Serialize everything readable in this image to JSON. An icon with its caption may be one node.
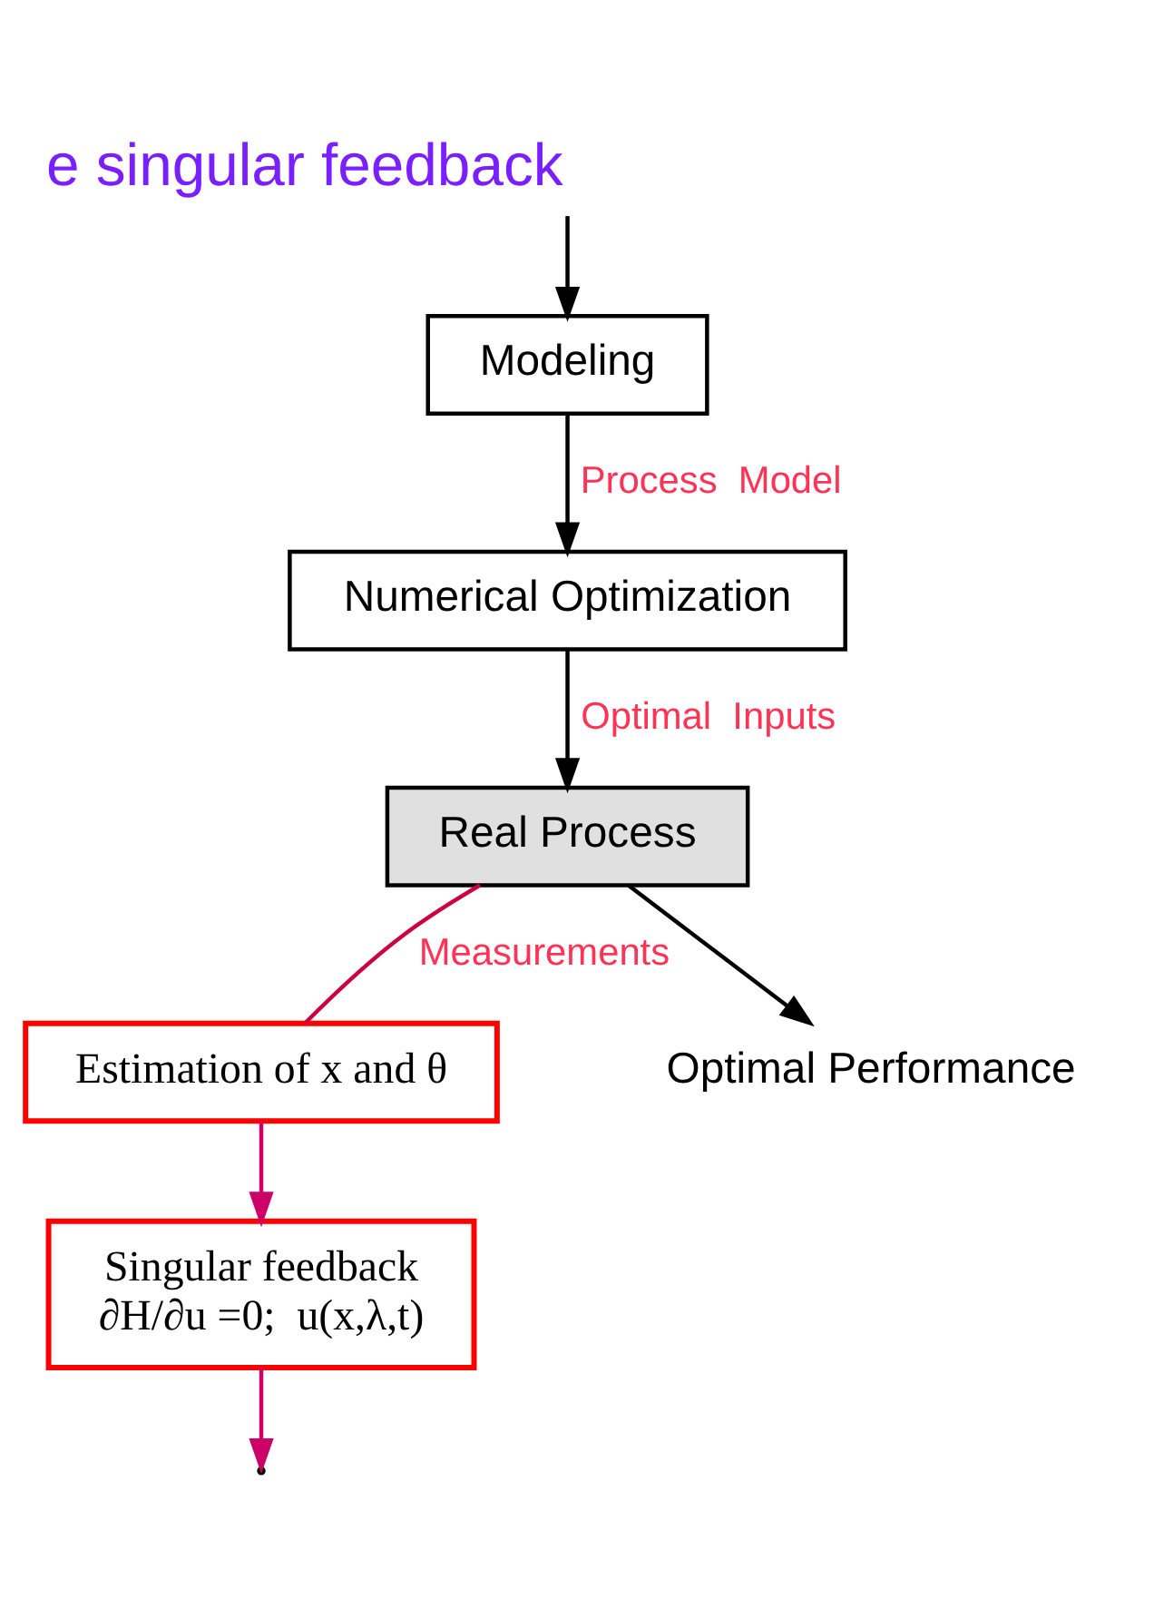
{
  "diagram": {
    "title": "e singular feedback",
    "nodes": [
      {
        "text": [
          "Modeling"
        ]
      },
      {
        "text": [
          "Numerical Optimization"
        ]
      },
      {
        "text": [
          "Singular feedback",
          "∂H/∂u =0;  u(x,λ,t)"
        ]
      },
      {
        "text": [
          "Estimation of x and θ"
        ]
      },
      {
        "text": [
          "Real Process"
        ]
      },
      {
        "text": [
          "Optimal Performance"
        ]
      }
    ],
    "edges": [
      {
        "from": null,
        "to": 0,
        "arrow": "to"
      },
      {
        "from": 0,
        "to": 1,
        "arrow": "to",
        "label": "Process  Model"
      },
      {
        "from": 1,
        "to": 4,
        "arrow": "to",
        "label": "Optimal  Inputs"
      },
      {
        "from": 2,
        "to": null,
        "arrow": "to",
        "color": "#cc0066"
      },
      {
        "from": 3,
        "to": 2,
        "arrow": "to",
        "color": "#cc0066"
      },
      {
        "from": 4,
        "to": 3,
        "arrow": "none",
        "label": "Measurements",
        "color": "#cc0044"
      },
      {
        "from": 4,
        "to": 5,
        "arrow": "to"
      }
    ]
  }
}
